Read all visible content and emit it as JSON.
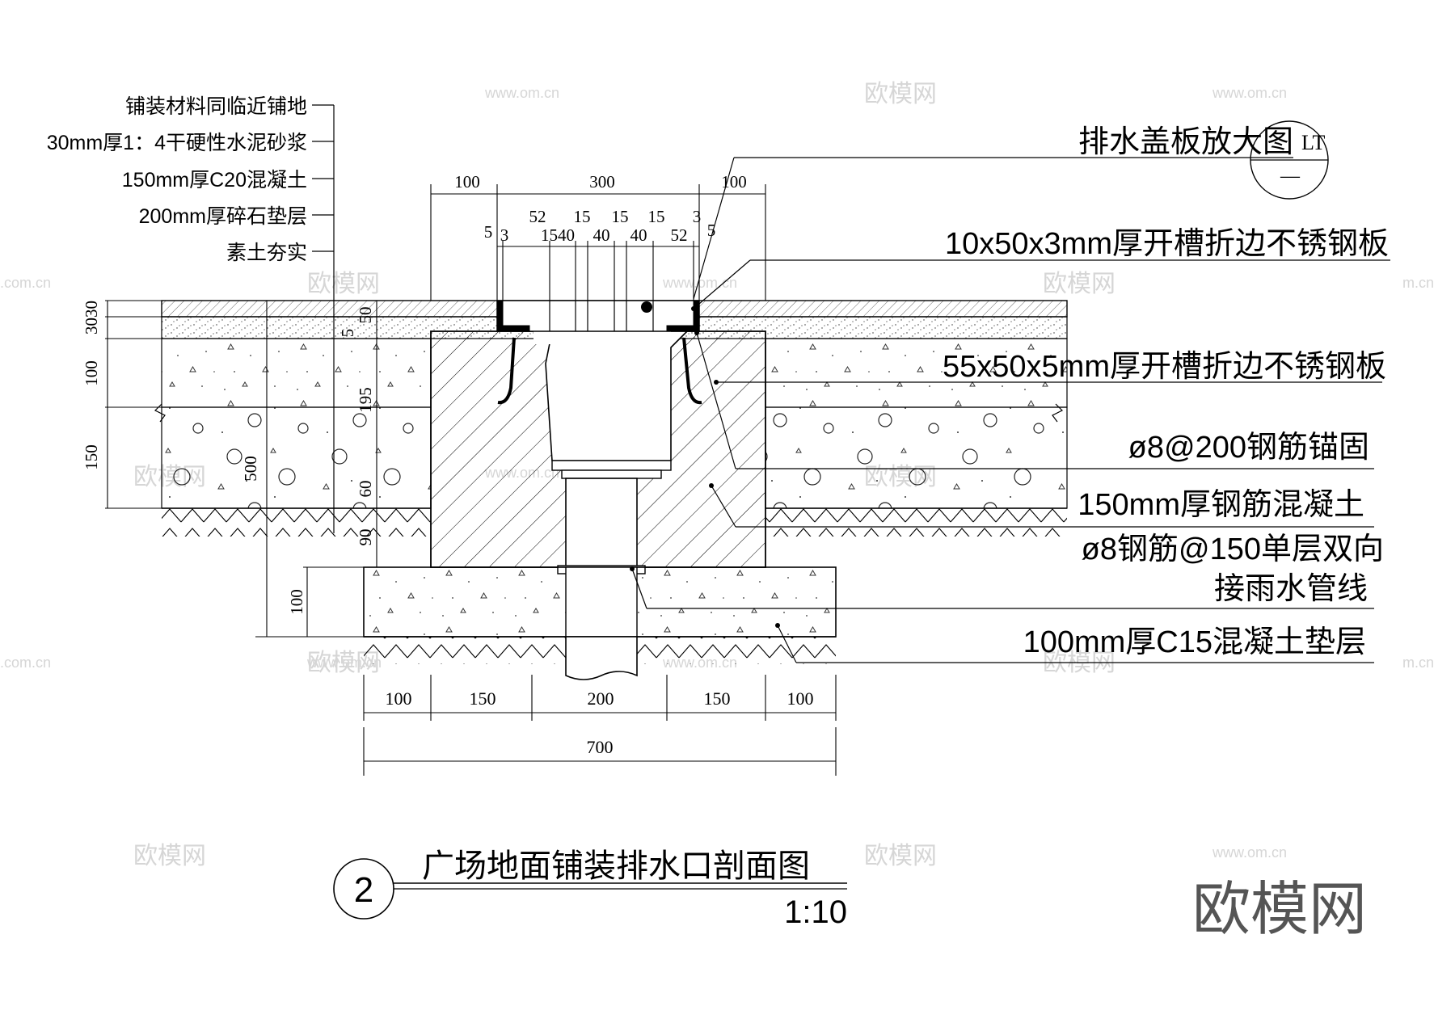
{
  "layer_labels": [
    "铺装材料同临近铺地",
    "30mm厚1：4干硬性水泥砂浆",
    "150mm厚C20混凝土",
    "200mm厚碎石垫层",
    "素土夯实"
  ],
  "detail_callout": {
    "title": "排水盖板放大图",
    "code": "LT",
    "sub": "—"
  },
  "right_labels": [
    "10x50x3mm厚开槽折边不锈钢板",
    "55x50x5mm厚开槽折边不锈钢板",
    "ø8@200钢筋锚固",
    "150mm厚钢筋混凝土",
    "ø8钢筋@150单层双向",
    "接雨水管线",
    "100mm厚C15混凝土垫层"
  ],
  "top_dims": {
    "row1": [
      "100",
      "300",
      "100"
    ],
    "row2": [
      "52",
      "15",
      "15",
      "15",
      "3"
    ],
    "row3": [
      "5",
      "3",
      "1540",
      "40",
      "40",
      "52",
      "5"
    ]
  },
  "left_dims": [
    "3030",
    "5",
    "50",
    "100",
    "195",
    "150",
    "500",
    "60",
    "90",
    "100"
  ],
  "bottom_dims": [
    "100",
    "150",
    "200",
    "150",
    "100"
  ],
  "total_dim": "700",
  "title": {
    "number": "2",
    "text": "广场地面铺装排水口剖面图",
    "scale": "1:10"
  },
  "watermark": {
    "brand": "欧模网",
    "url": "www.om.cn",
    "domain": ".com.cn",
    "short": "m.cn"
  }
}
